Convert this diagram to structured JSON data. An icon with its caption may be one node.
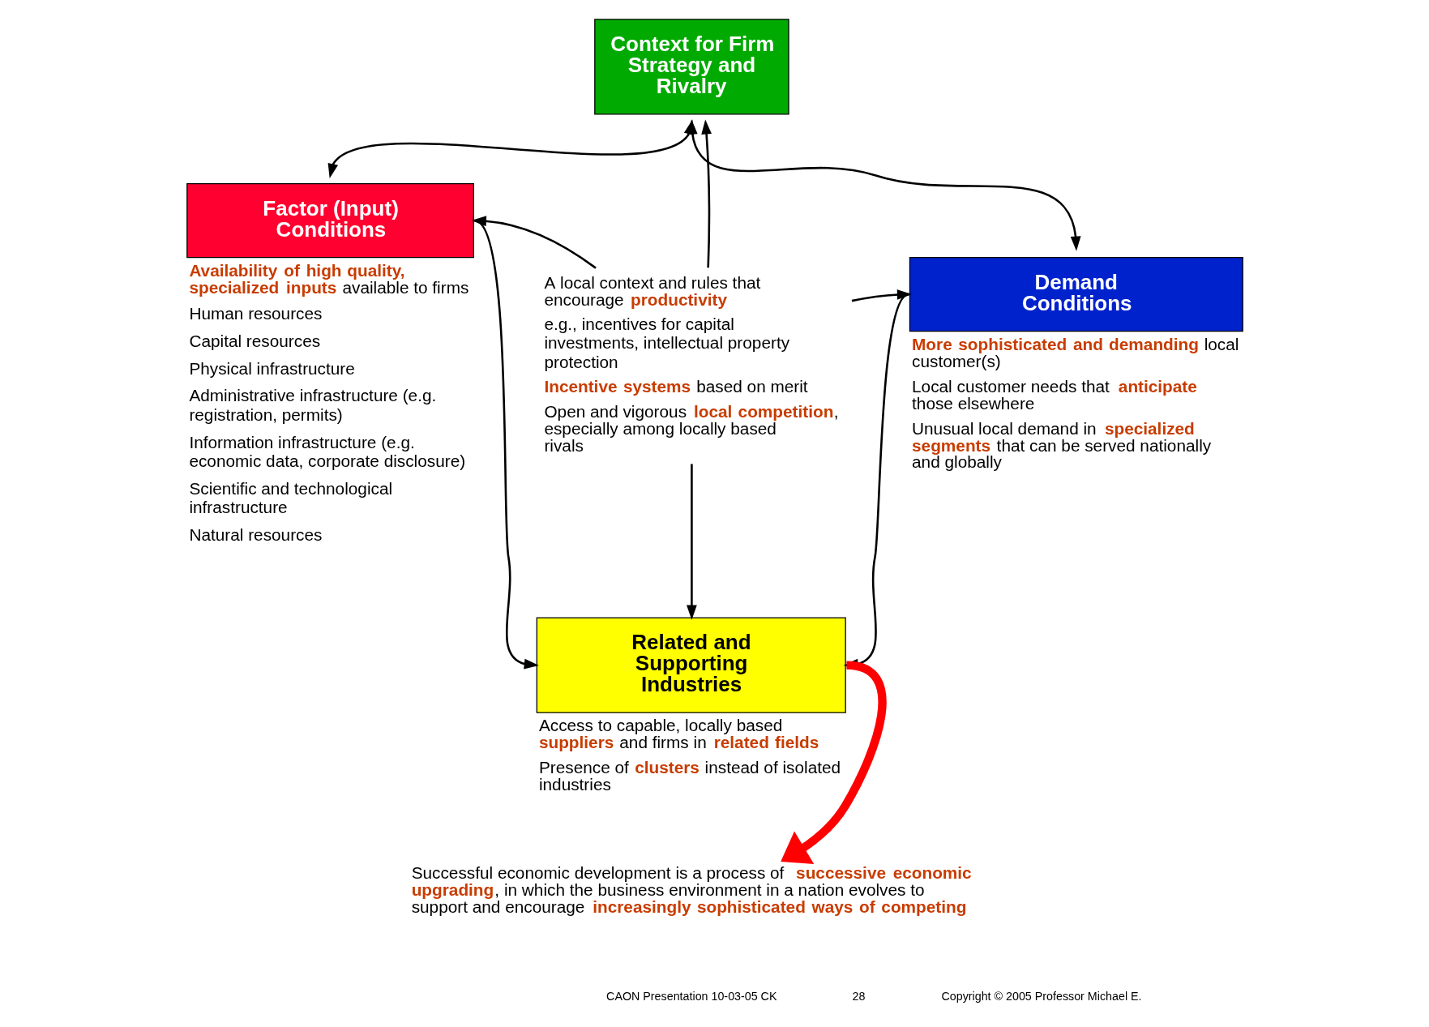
{
  "diagram": {
    "nodes": [
      {
        "text": [
          "Context for Firm Strategy and Rivalry"
        ]
      },
      {
        "text": [
          "Factor (Input) Conditions"
        ],
        "beside": [
          "**Availability of high quality, specialized inputs** available to firms",
          "Human resources",
          "Capital resources",
          "Physical infrastructure",
          "Administrative infrastructure (e.g. registration, permits)",
          "Information infrastructure (e.g. economic data, corporate disclosure)",
          "Scientific and technological infrastructure",
          "Natural resources"
        ]
      },
      {
        "text": [
          "Demand Conditions"
        ],
        "beside": [
          "**More sophisticated and demanding** local customer(s)",
          "Local customer needs that **anticipate** those elsewhere",
          "Unusual local demand in **specialized segments** that can be served nationally and globally"
        ]
      },
      {
        "text": [
          "Related and Supporting Industries"
        ],
        "beside": [
          "Access to capable, locally based **suppliers** and firms in **related fields**",
          "Presence of **clusters** instead of isolated industries"
        ]
      },
      {
        "text": [
          "A local context and rules that encourage **productivity**",
          "e.g., incentives for capital investments, intellectual property protection",
          "**Incentive systems** based on merit",
          "Open and vigorous **local competition**, especially among locally based rivals"
        ]
      },
      {
        "text": [
          "Successful economic development is a process of **successive economic upgrading**, in which the business environment in a nation evolves to support and encourage **increasingly sophisticated ways of competing**"
        ]
      }
    ],
    "edges": [
      {
        "from": 0,
        "to": 1,
        "arrow": "both"
      },
      {
        "from": 0,
        "to": 2,
        "arrow": "both"
      },
      {
        "from": 4,
        "to": 0,
        "arrow": "to"
      },
      {
        "from": 4,
        "to": 1,
        "arrow": "to"
      },
      {
        "from": 4,
        "to": 2,
        "arrow": "to"
      },
      {
        "from": 4,
        "to": 3,
        "arrow": "to"
      },
      {
        "from": 1,
        "to": 3,
        "arrow": "to"
      },
      {
        "from": 2,
        "to": 3,
        "arrow": "to"
      },
      {
        "from": 3,
        "to": 5,
        "arrow": "to",
        "style": "thick",
        "color": "#ff0000"
      }
    ],
    "labels": [
      "CAON Presentation 10-03-05 CK",
      "28",
      "Copyright © 2005 Professor Michael E."
    ]
  }
}
